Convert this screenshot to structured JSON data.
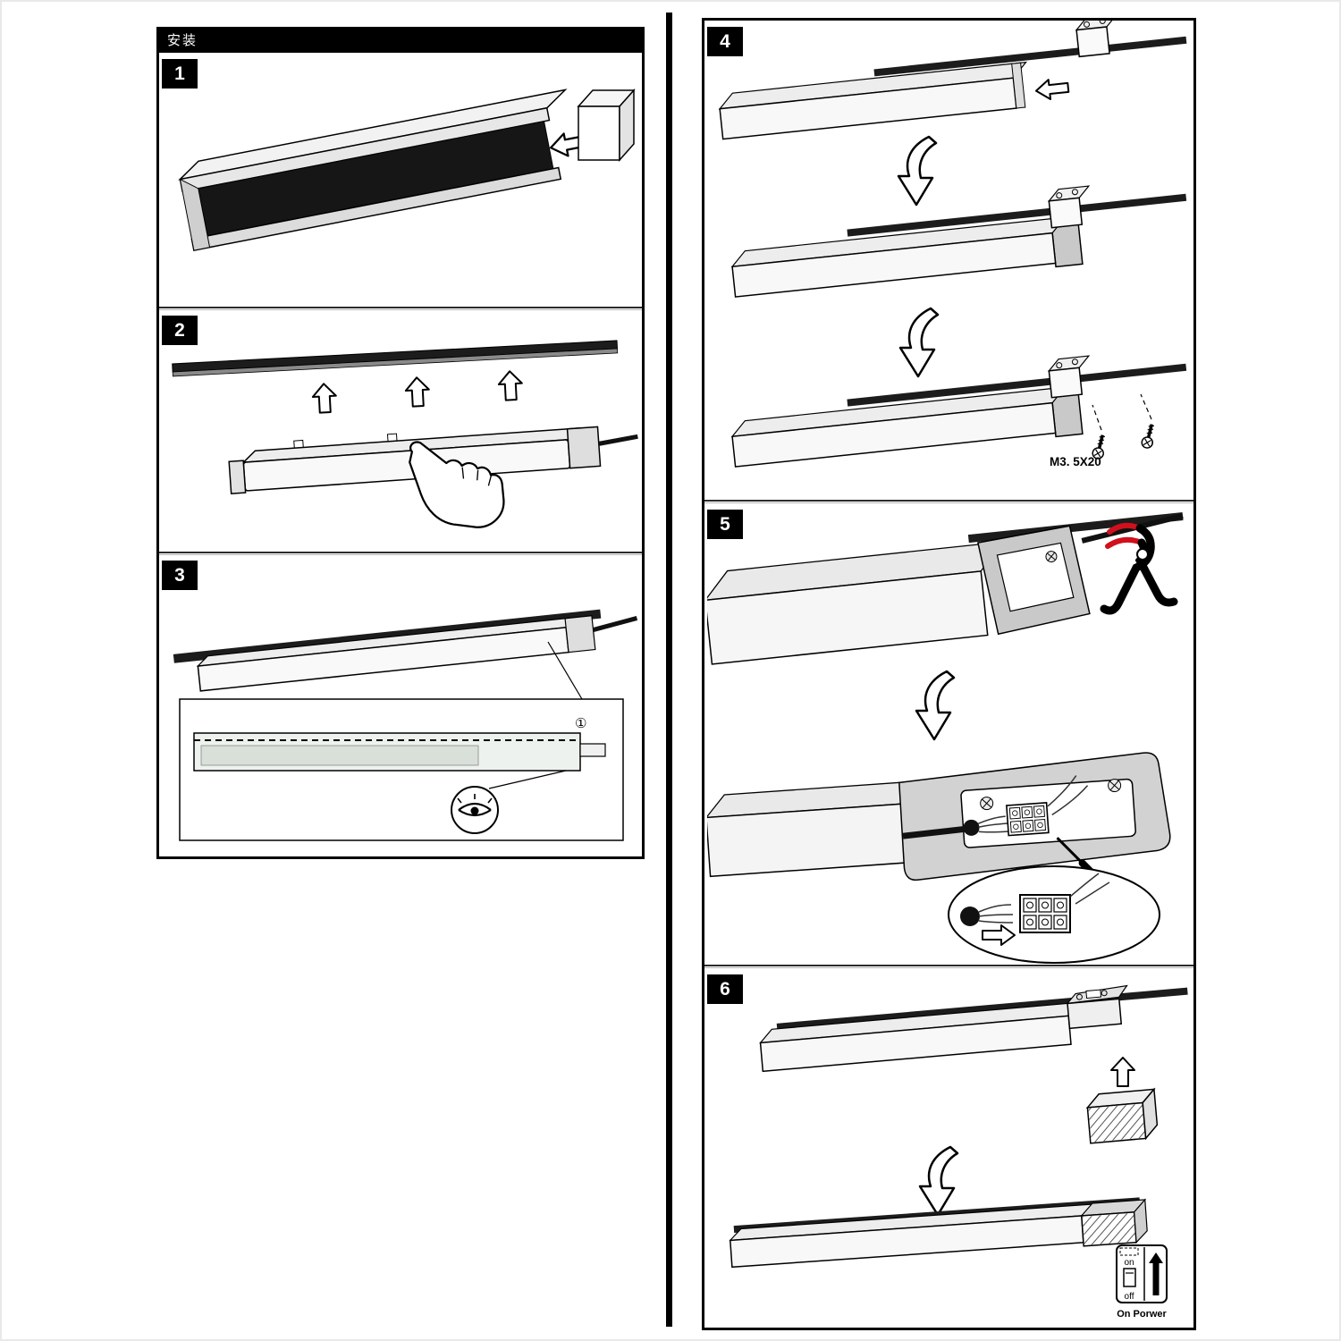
{
  "page": {
    "title": "安装"
  },
  "steps": {
    "n1": "1",
    "n2": "2",
    "n3": "3",
    "n4": "4",
    "n5": "5",
    "n6": "6"
  },
  "labels": {
    "screw_spec": "M3. 5X20",
    "detail_marker": "①",
    "switch_on": "on",
    "switch_off": "off",
    "power_caption": "On Porwer"
  },
  "colors": {
    "accent_red": "#d0101c",
    "rail_black": "#1c1c1c"
  }
}
